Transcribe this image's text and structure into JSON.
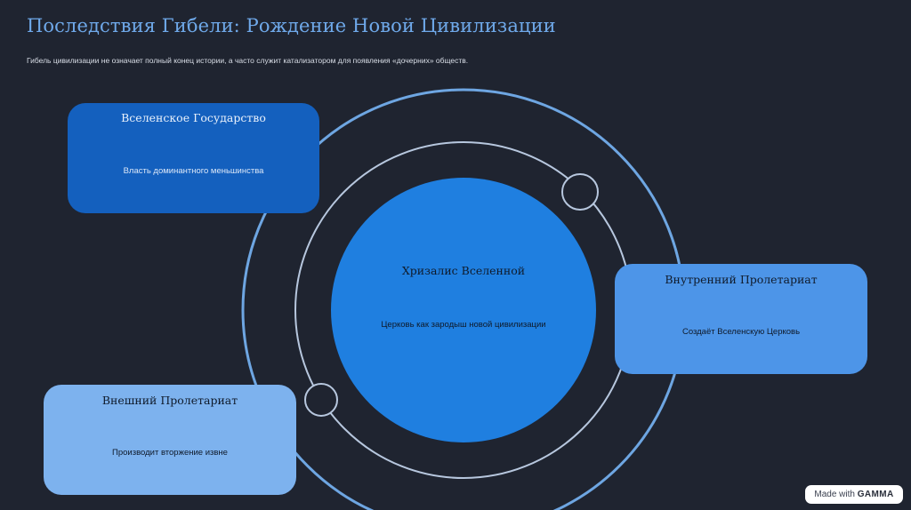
{
  "header": {
    "title": "Последствия Гибели: Рождение Новой Цивилизации",
    "subtitle": "Гибель цивилизации не означает полный конец истории, а часто служит катализатором для появления «дочерних» обществ."
  },
  "center": {
    "title": "Хризалис Вселенной",
    "description": "Церковь как зародыш новой цивилизации"
  },
  "cards": {
    "state": {
      "title": "Вселенское Государство",
      "description": "Власть доминантного меньшинства"
    },
    "inner": {
      "title": "Внутренний Пролетариат",
      "description": "Создаёт Вселенскую Церковь"
    },
    "outer": {
      "title": "Внешний Пролетариат",
      "description": "Производит вторжение извне"
    }
  },
  "badge": {
    "prefix": "Made with",
    "brand": "GAMMA"
  },
  "colors": {
    "background": "#1f2430",
    "accent": "#6fa9ea",
    "center": "#1f7fe0",
    "card_state": "#1460be",
    "card_inner": "#4d95e8",
    "card_outer": "#7db2ee"
  }
}
